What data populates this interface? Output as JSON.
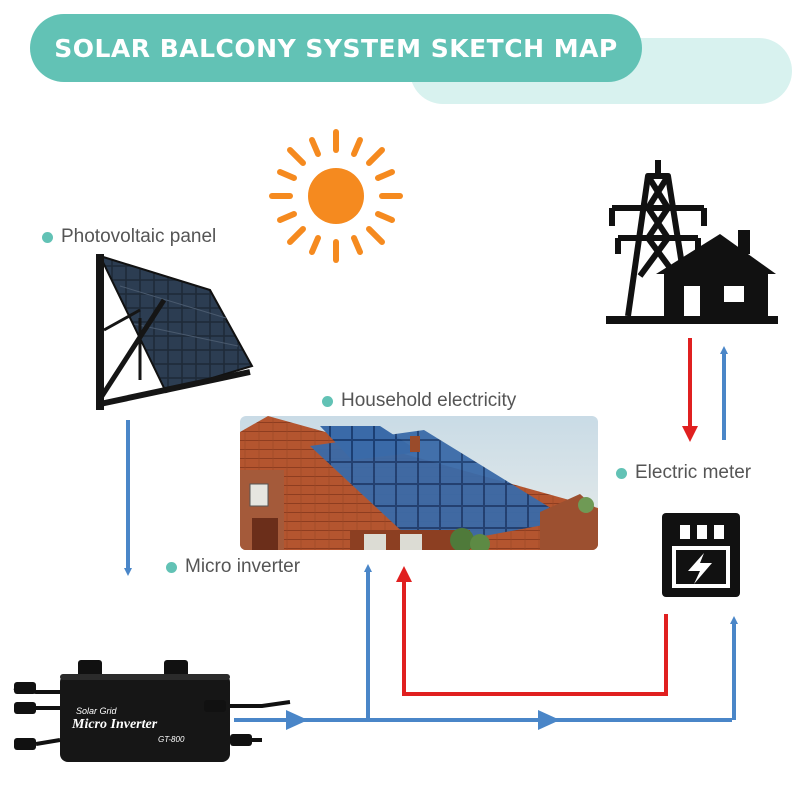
{
  "title": "SOLAR BALCONY SYSTEM SKETCH MAP",
  "labels": {
    "pv_panel": "Photovoltaic panel",
    "household": "Household electricity",
    "inverter": "Micro inverter",
    "meter": "Electric meter"
  },
  "inverter_device": {
    "brand": "Solar Grid",
    "name": "Micro Inverter",
    "model": "GT-800"
  },
  "colors": {
    "accent": "#62c2b5",
    "accent_light": "#d8f2ef",
    "flow_blue": "#4a86c8",
    "flow_red": "#e02020",
    "sun": "#f58a1f"
  },
  "icons": [
    "sun-icon",
    "solar-panel-icon",
    "house-roof-photo",
    "power-grid-icon",
    "electric-meter-icon",
    "micro-inverter-icon"
  ]
}
